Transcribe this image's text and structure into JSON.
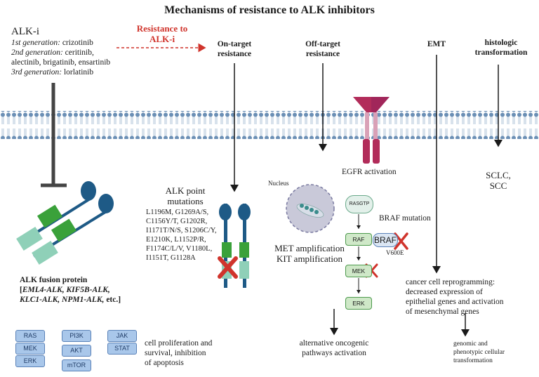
{
  "title": "Mechanisms of resistance to ALK inhibitors",
  "alk_i": {
    "heading": "ALK-i",
    "gen1_label": "1st generation:",
    "gen1_drugs": "crizotinib",
    "gen2_label": "2nd generation:",
    "gen2_drugs_a": "ceritinib,",
    "gen2_drugs_b": "alectinib, brigatinib, ensartinib",
    "gen3_label": "3rd generation:",
    "gen3_drugs": "lorlatinib"
  },
  "resistance_arrow": {
    "line1": "Resistance to",
    "line2": "ALK-i"
  },
  "columns": {
    "on_target": {
      "line1": "On-target",
      "line2": "resistance"
    },
    "off_target": {
      "line1": "Off-target",
      "line2": "resistance"
    },
    "emt": "EMT",
    "histologic": {
      "line1": "histologic",
      "line2": "transformation"
    }
  },
  "fusion_protein": {
    "heading": "ALK fusion protein",
    "line2_prefix": "[",
    "line2_genes": "EML4-ALK, KIF5B-ALK,",
    "line3_genes": "KLC1-ALK, NPM1-ALK,",
    "line3_suffix": " etc.]"
  },
  "pathways": {
    "col1": [
      "RAS",
      "MEK",
      "ERK"
    ],
    "col2": [
      "PI3K",
      "AKT",
      "mTOR"
    ],
    "col3": [
      "JAK",
      "STAT"
    ],
    "outcome": [
      "cell proliferation and",
      "survival, inhibition",
      "of apoptosis"
    ]
  },
  "point_mutations": {
    "heading": [
      "ALK point",
      "mutations"
    ],
    "list": [
      "L1196M, G1269A/S,",
      "C1156Y/T, G1202R,",
      "I1171T/N/S, S1206C/Y,",
      "E1210K, L1152P/R,",
      "F1174C/L/V, V1180L,",
      "I1151T, G1128A"
    ]
  },
  "off_target": {
    "nucleus": "Nucleus",
    "egfr": "EGFR activation",
    "amplifications": [
      "MET amplification",
      "KIT amplification"
    ],
    "rasgtp": "RASGTP",
    "braf_mutation": "BRAF mutation",
    "raf": "RAF",
    "braf": "BRAF",
    "v600e": "V600E",
    "mek": "MEK",
    "erk": "ERK",
    "outcome": [
      "alternative oncogenic",
      "pathways activation"
    ]
  },
  "histology_result": [
    "SCLC,",
    "SCC"
  ],
  "emt_detail": [
    "cancer cell reprogramming:",
    "decreased expression of",
    "epithelial genes  and activation",
    "of mesenchymal genes"
  ],
  "emt_result": [
    "genomic and",
    "phenotypic cellular",
    "transformation"
  ],
  "colors": {
    "membrane": "#6b8fb5",
    "resistance_red": "#d0342c",
    "pathway_box": "#a9c7ea",
    "kinase_green": "#3aa13a",
    "alk_blue": "#1e5a86",
    "egfr_red": "#b22c5a"
  }
}
